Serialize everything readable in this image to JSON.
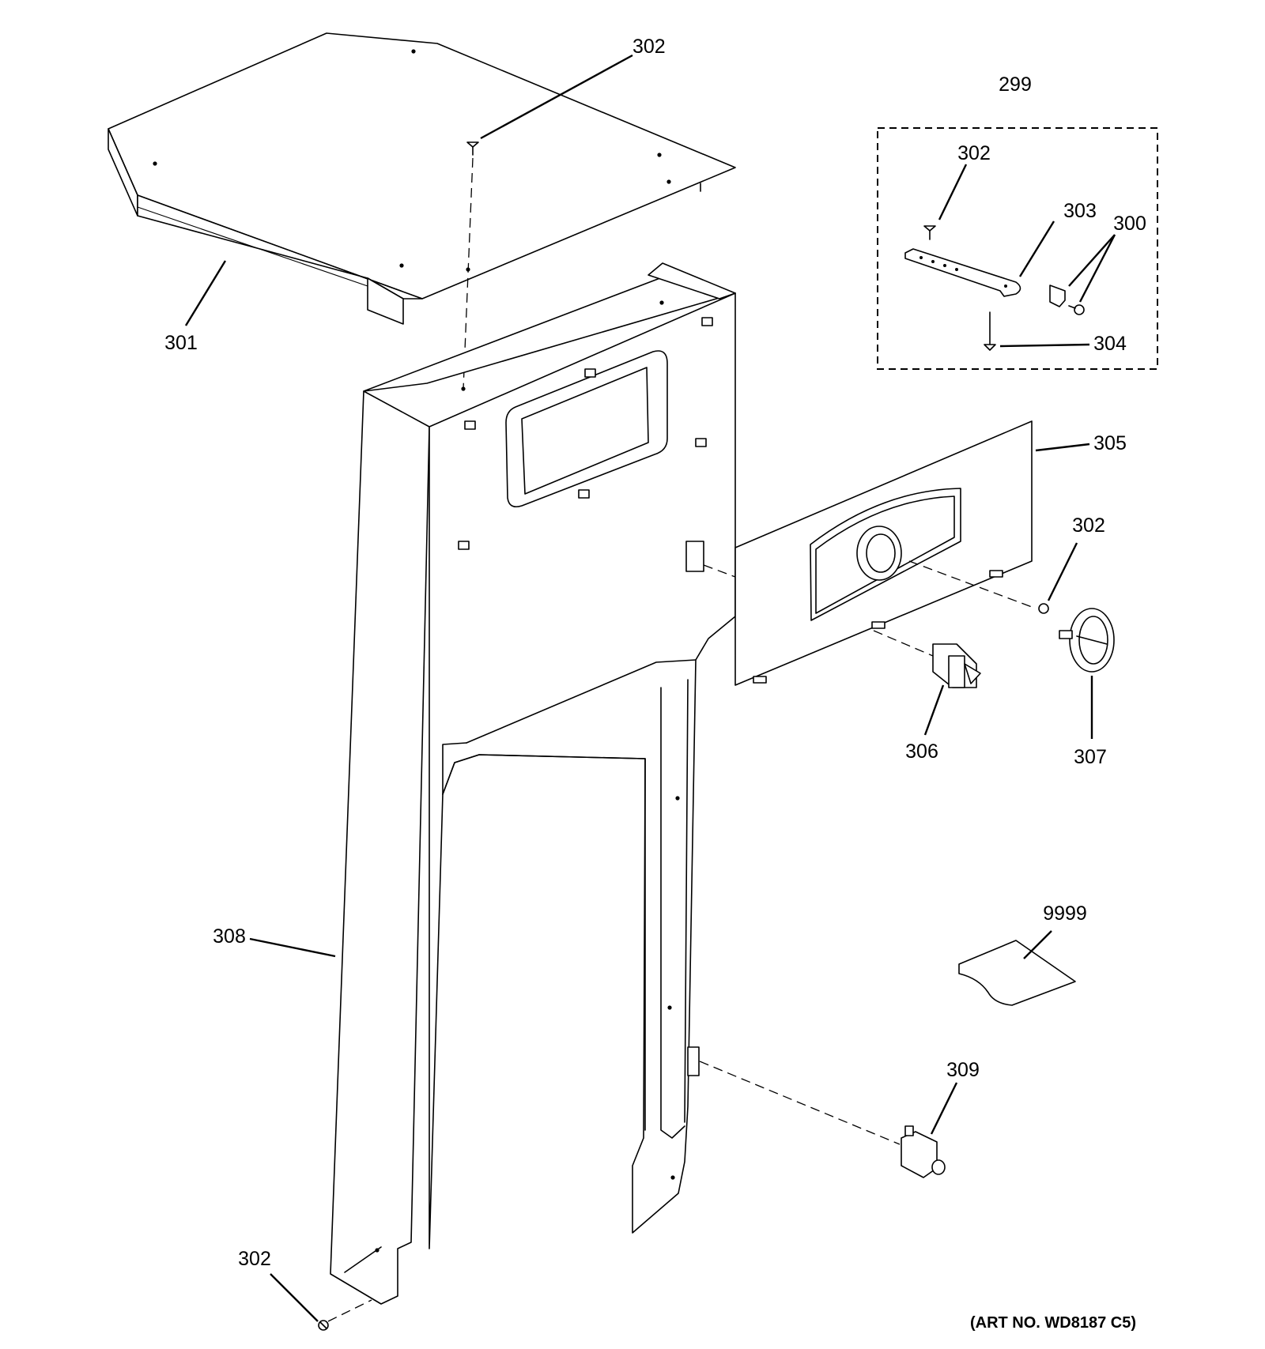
{
  "callouts": {
    "top_screw": "302",
    "top_cover": "301",
    "kit": "299",
    "kit_screw": "302",
    "bracket": "303",
    "clip_screw": "300",
    "long_screw": "304",
    "control_panel": "305",
    "panel_screw": "302",
    "rocker_switch": "306",
    "knob": "307",
    "main_panel": "308",
    "door_switch": "309",
    "literature": "9999",
    "bottom_screw": "302"
  },
  "art_number": "(ART NO. WD8187 C5)"
}
